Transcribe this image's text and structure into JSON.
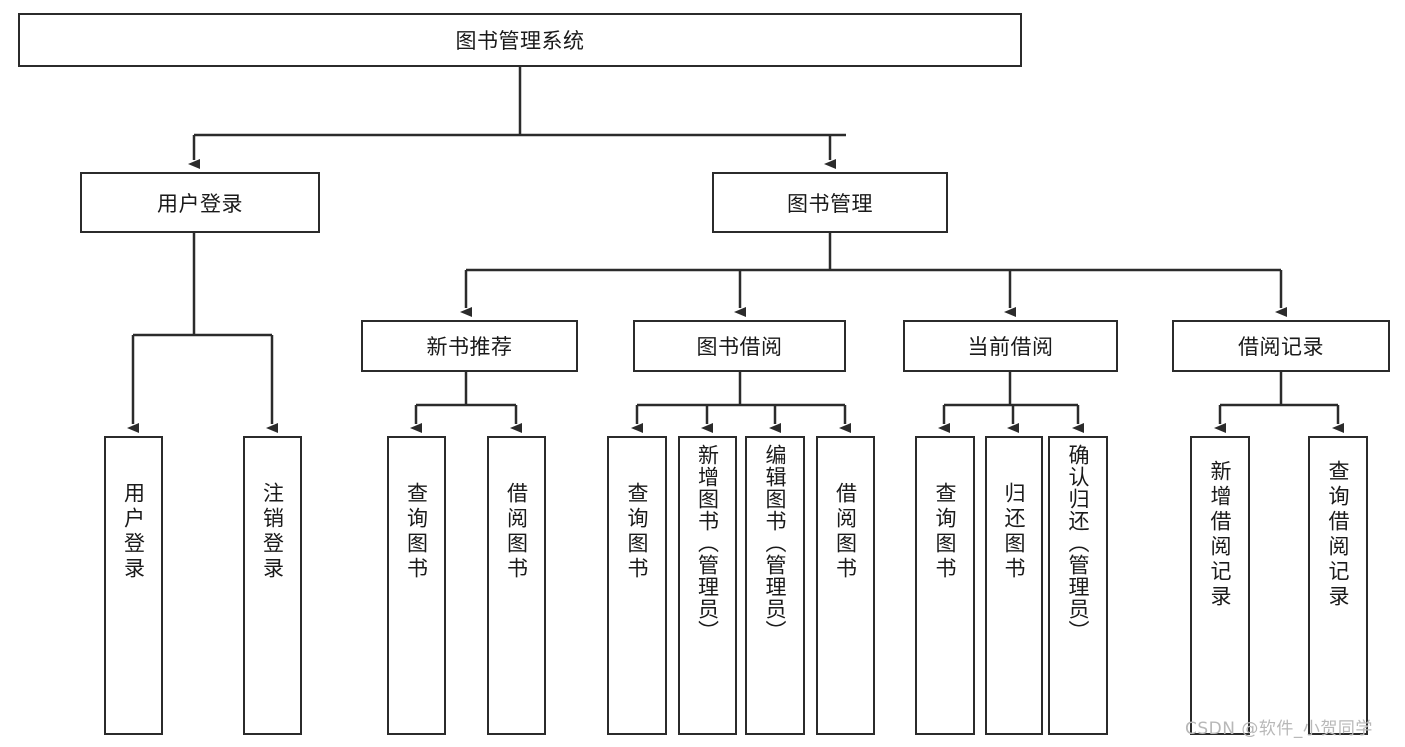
{
  "diagram": {
    "title": "图书管理系统",
    "type": "hierarchy-tree",
    "root": {
      "id": "root",
      "label": "图书管理系统",
      "orientation": "horizontal"
    },
    "level2": [
      {
        "id": "user-login",
        "label": "用户登录",
        "orientation": "horizontal"
      },
      {
        "id": "book-manage",
        "label": "图书管理",
        "orientation": "horizontal"
      }
    ],
    "level3": [
      {
        "id": "new-book-recommend",
        "label": "新书推荐",
        "orientation": "horizontal",
        "parent": "book-manage"
      },
      {
        "id": "book-borrow",
        "label": "图书借阅",
        "orientation": "horizontal",
        "parent": "book-manage"
      },
      {
        "id": "current-borrow",
        "label": "当前借阅",
        "orientation": "horizontal",
        "parent": "book-manage"
      },
      {
        "id": "borrow-record",
        "label": "借阅记录",
        "orientation": "horizontal",
        "parent": "book-manage"
      }
    ],
    "leaves": [
      {
        "id": "leaf-user-login",
        "label": "用户登录",
        "parent": "user-login",
        "orientation": "vertical"
      },
      {
        "id": "leaf-user-logout",
        "label": "注销登录",
        "parent": "user-login",
        "orientation": "vertical"
      },
      {
        "id": "leaf-query-book-1",
        "label": "查询图书",
        "parent": "new-book-recommend",
        "orientation": "vertical"
      },
      {
        "id": "leaf-borrow-book-1",
        "label": "借阅图书",
        "parent": "new-book-recommend",
        "orientation": "vertical"
      },
      {
        "id": "leaf-query-book-2",
        "label": "查询图书",
        "parent": "book-borrow",
        "orientation": "vertical"
      },
      {
        "id": "leaf-add-book",
        "label": "新增图书（管理员）",
        "parent": "book-borrow",
        "orientation": "vertical"
      },
      {
        "id": "leaf-edit-book",
        "label": "编辑图书（管理员）",
        "parent": "book-borrow",
        "orientation": "vertical"
      },
      {
        "id": "leaf-borrow-book-2",
        "label": "借阅图书",
        "parent": "book-borrow",
        "orientation": "vertical"
      },
      {
        "id": "leaf-query-book-3",
        "label": "查询图书",
        "parent": "current-borrow",
        "orientation": "vertical"
      },
      {
        "id": "leaf-return-book",
        "label": "归还图书",
        "parent": "current-borrow",
        "orientation": "vertical"
      },
      {
        "id": "leaf-confirm-return",
        "label": "确认归还（管理员）",
        "parent": "current-borrow",
        "orientation": "vertical"
      },
      {
        "id": "leaf-add-record",
        "label": "新增借阅记录",
        "parent": "borrow-record",
        "orientation": "vertical"
      },
      {
        "id": "leaf-query-record",
        "label": "查询借阅记录",
        "parent": "borrow-record",
        "orientation": "vertical"
      }
    ],
    "colors": {
      "stroke": "#2b2b2b",
      "fill": "#ffffff",
      "text": "#1a1a1a",
      "watermark": "#b8b8b8"
    }
  },
  "watermark": {
    "text": "CSDN @软件_小贺同学"
  }
}
